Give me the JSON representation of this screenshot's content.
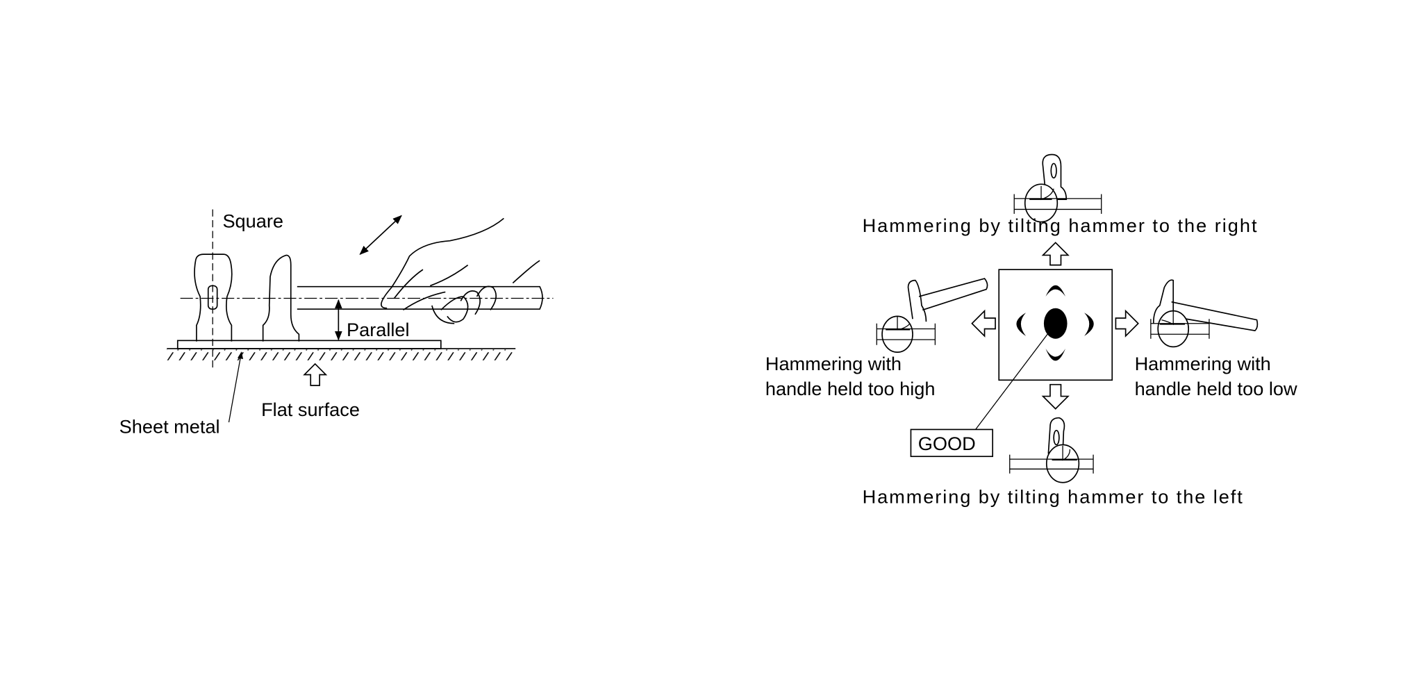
{
  "left_figure": {
    "labels": {
      "square": "Square",
      "parallel": "Parallel",
      "flat_surface": "Flat surface",
      "sheet_metal": "Sheet metal"
    }
  },
  "right_figure": {
    "labels": {
      "tilt_right": "Hammering by tilting hammer to the right",
      "too_high_line1": "Hammering with",
      "too_high_line2": "handle held too high",
      "too_low_line1": "Hammering with",
      "too_low_line2": "handle held too low",
      "good": "GOOD",
      "tilt_left": "Hammering by tilting hammer to the left"
    }
  },
  "colors": {
    "ink": "#000000",
    "background": "#ffffff"
  }
}
